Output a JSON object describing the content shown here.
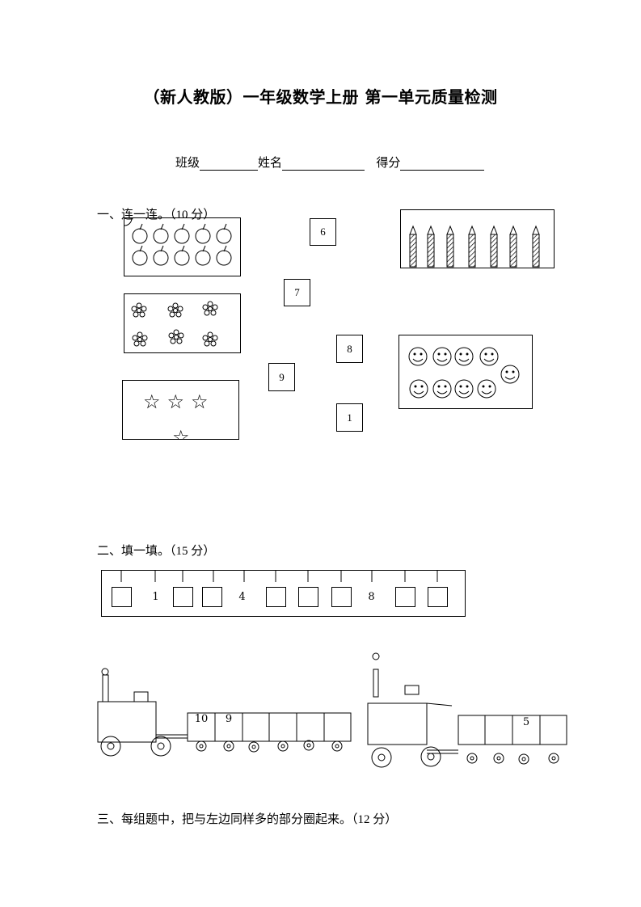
{
  "document": {
    "title": "（新人教版）一年级数学上册  第一单元质量检测",
    "info": {
      "class_label": "班级",
      "name_label": "姓名",
      "score_label": "得分"
    }
  },
  "section1": {
    "heading": "一、连一连。",
    "points": "（10 分）",
    "number_cards": [
      "6",
      "7",
      "8",
      "9",
      "1"
    ],
    "picture_groups": [
      {
        "icon": "apple-icon",
        "count": 10
      },
      {
        "icon": "flower-icon",
        "count": 6
      },
      {
        "icon": "star-icon",
        "count": 4
      },
      {
        "icon": "pencil-icon",
        "count": 7
      },
      {
        "icon": "smiley-icon",
        "count": 9
      }
    ]
  },
  "section2": {
    "heading": "二、填一填。",
    "points": "（15 分）",
    "sequence_cells": [
      "",
      "1",
      "",
      "",
      "4",
      "",
      "",
      "",
      "8",
      "",
      ""
    ],
    "train_left_cars": [
      "10",
      "9",
      "",
      "",
      "",
      ""
    ],
    "train_right_cars": [
      "",
      "",
      "5",
      ""
    ]
  },
  "section3": {
    "heading": "三、每组题中，把与左边同样多的部分圈起来。",
    "points": "（12 分）"
  }
}
